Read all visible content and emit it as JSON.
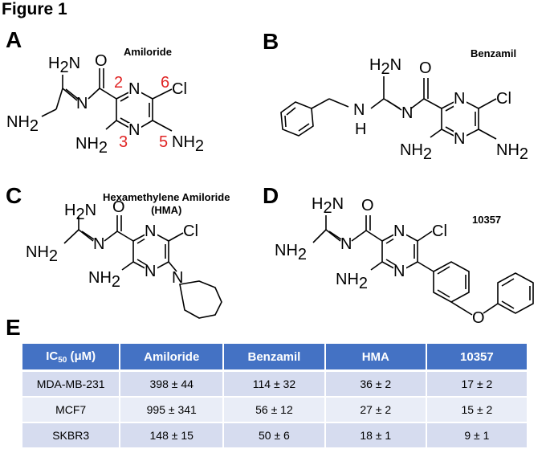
{
  "figure_title": "Figure 1",
  "panels": {
    "A": {
      "letter": "A",
      "compound": "Amiloride",
      "labels": {
        "h2n": "H2N",
        "nh2_left": "NH2",
        "o": "O",
        "n_imine": "N",
        "n_top": "N",
        "n_bottom": "N",
        "cl": "Cl",
        "nh2_bottom": "NH2",
        "nh2_right": "NH2"
      },
      "ring_numbers": [
        "2",
        "6",
        "3",
        "5"
      ]
    },
    "B": {
      "letter": "B",
      "compound": "Benzamil",
      "labels": {
        "h2n": "H2N",
        "o": "O",
        "n_h": "N",
        "h": "H",
        "n_imine": "N",
        "n_top": "N",
        "n_bottom": "N",
        "cl": "Cl",
        "nh2_bottom": "NH2",
        "nh2_right": "NH2"
      }
    },
    "C": {
      "letter": "C",
      "compound_line1": "Hexamethylene Amiloride",
      "compound_line2": "(HMA)",
      "labels": {
        "h2n": "H2N",
        "nh2_left": "NH2",
        "o": "O",
        "n_imine": "N",
        "n_top": "N",
        "n_bottom": "N",
        "cl": "Cl",
        "nh2_bottom": "NH2",
        "n_ring": "N"
      }
    },
    "D": {
      "letter": "D",
      "compound": "10357",
      "labels": {
        "h2n": "H2N",
        "nh2_left": "NH2",
        "o_carbonyl": "O",
        "n_imine": "N",
        "n_top": "N",
        "n_bottom": "N",
        "cl": "Cl",
        "nh2_bottom": "NH2",
        "o_ether": "O"
      }
    },
    "E": {
      "letter": "E"
    }
  },
  "table": {
    "header_prefix": "IC",
    "header_sub": "50",
    "header_suffix": " (μM)",
    "columns": [
      "Amiloride",
      "Benzamil",
      "HMA",
      "10357"
    ],
    "rows": [
      {
        "cell_line": "MDA-MB-231",
        "values": [
          "398 ± 44",
          "114 ± 32",
          "36 ± 2",
          "17 ± 2"
        ]
      },
      {
        "cell_line": "MCF7",
        "values": [
          "995 ± 341",
          "56 ± 12",
          "27 ± 2",
          "15 ± 2"
        ]
      },
      {
        "cell_line": "SKBR3",
        "values": [
          "148 ± 15",
          "50 ± 6",
          "18 ± 1",
          "9 ± 1"
        ]
      }
    ]
  }
}
